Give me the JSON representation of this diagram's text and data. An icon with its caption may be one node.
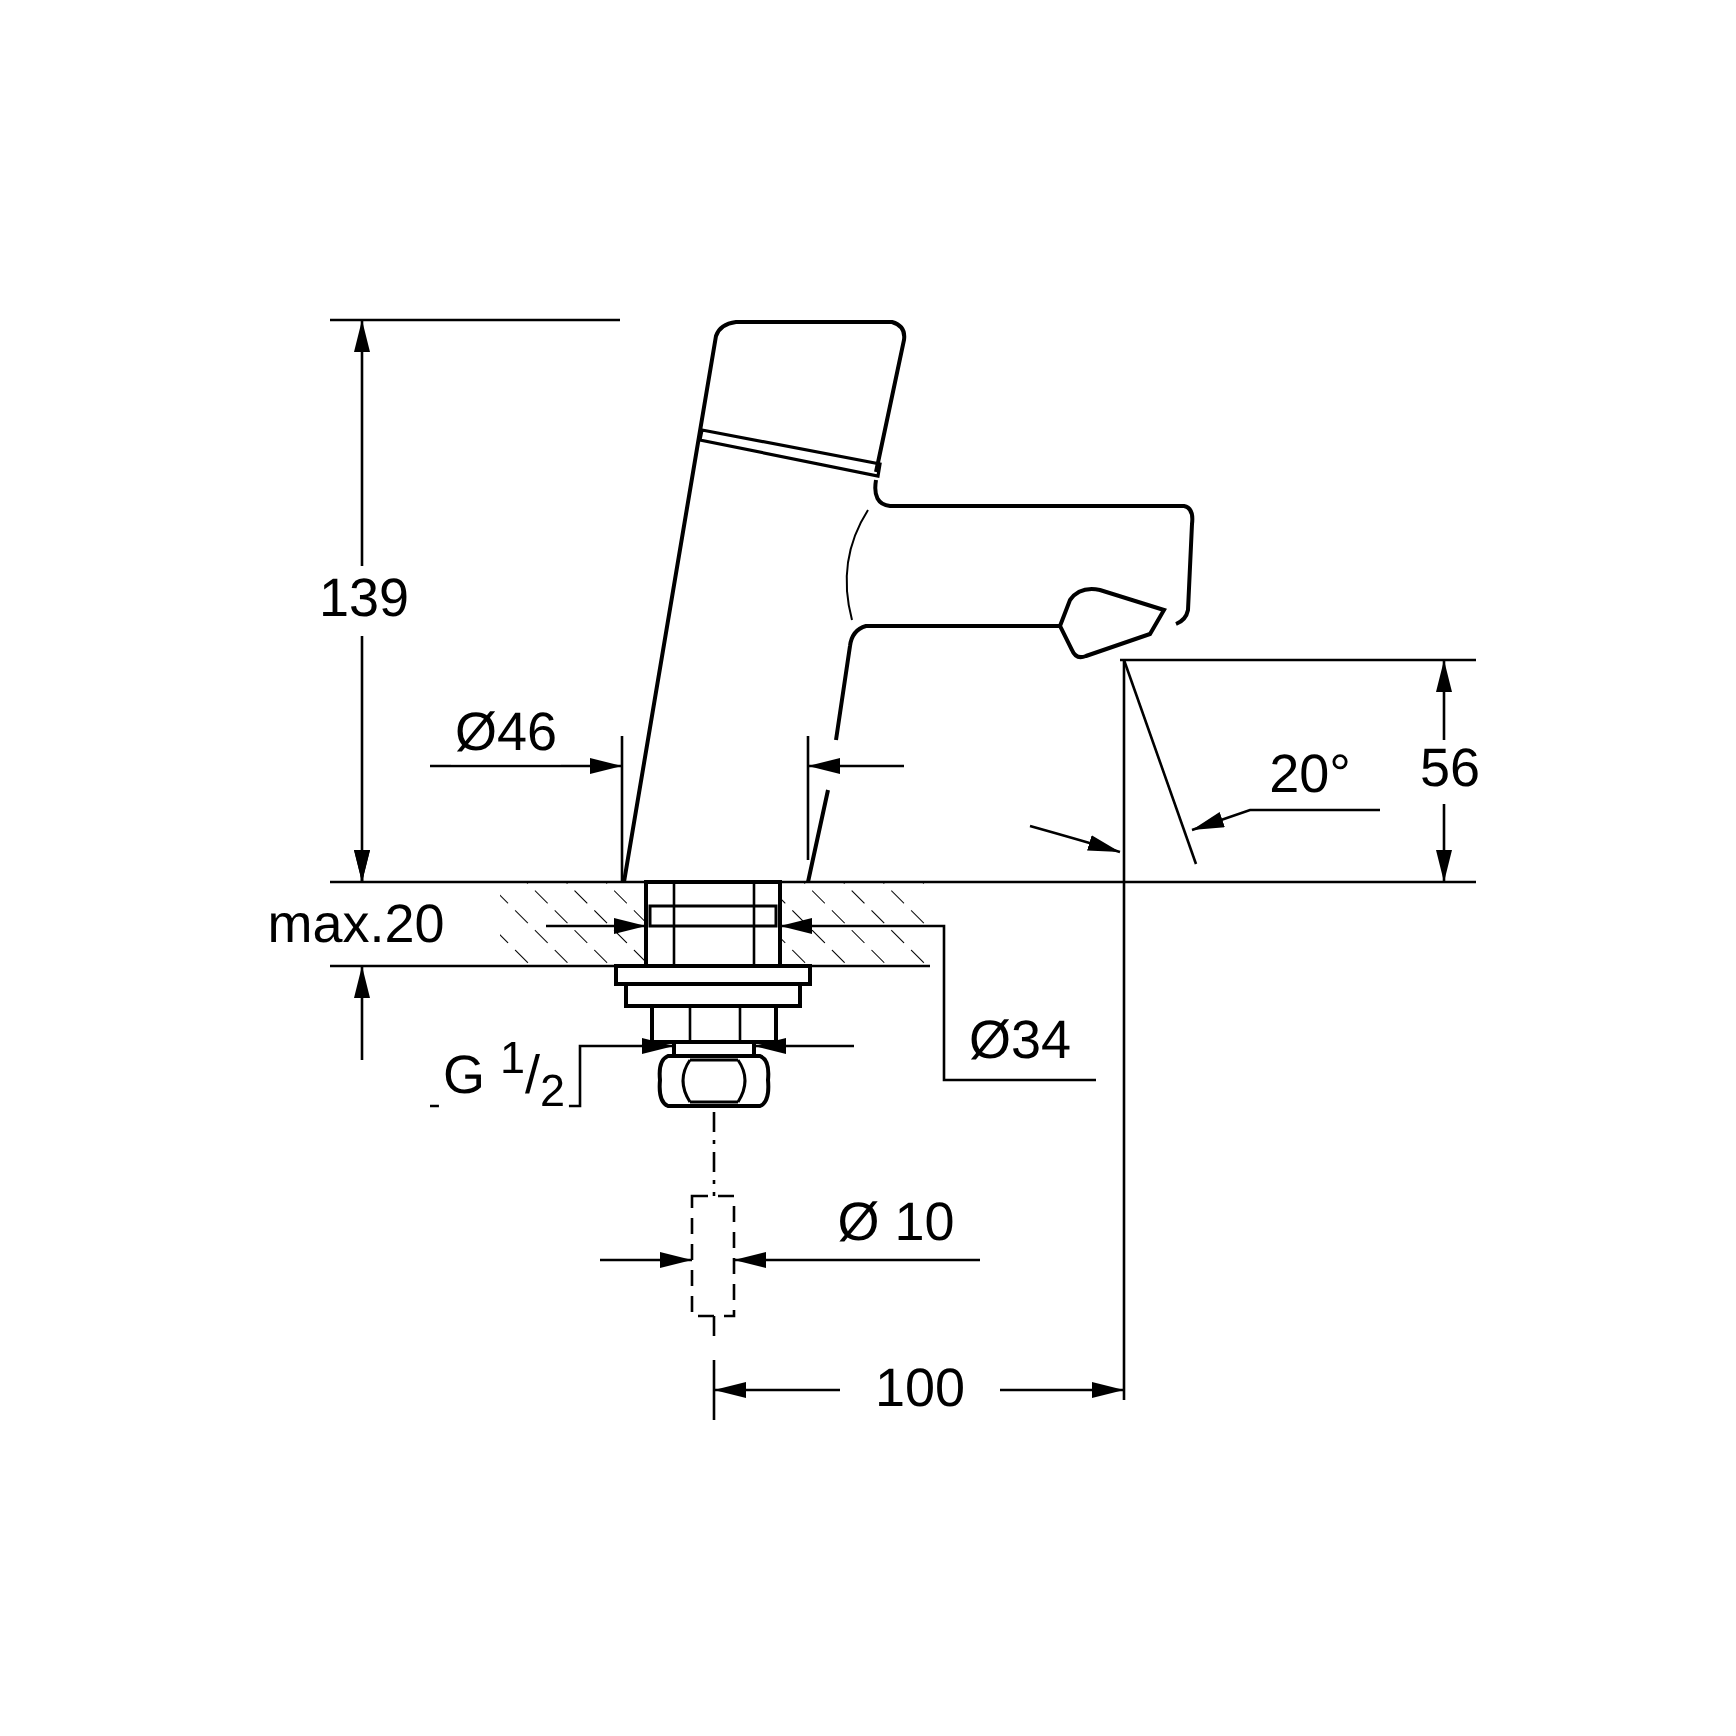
{
  "diagram": {
    "labels": [
      "139",
      "Ø46",
      "20°",
      "56",
      "max.20",
      "Ø34",
      "G $^{1}$/$_{2}$",
      "Ø 10",
      "100"
    ]
  }
}
